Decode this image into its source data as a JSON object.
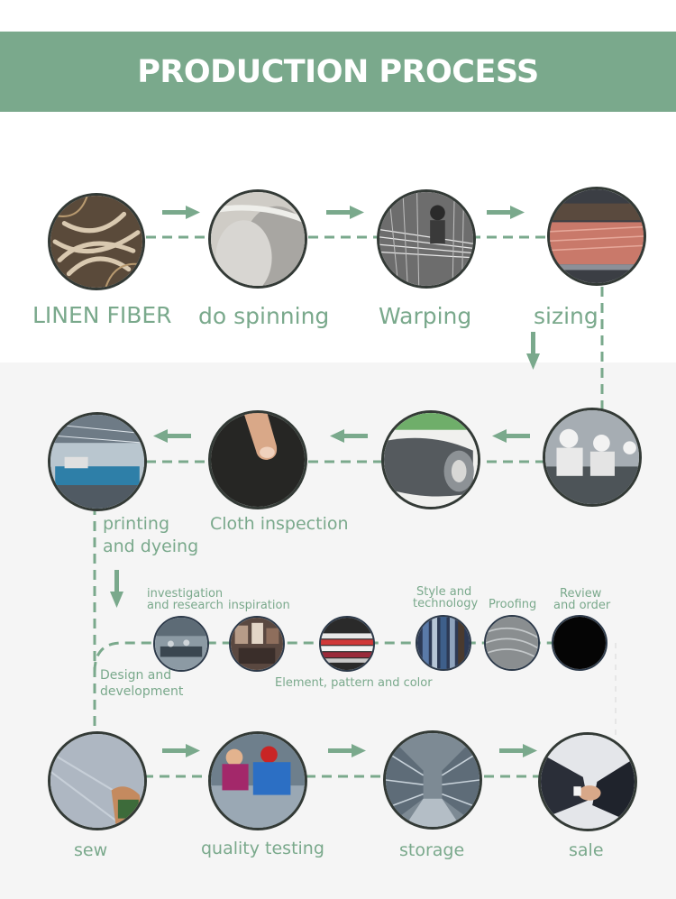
{
  "banner": {
    "title": "PRODUCTION PROCESS"
  },
  "colors": {
    "accent": "#7aa98c",
    "line": "#7aa98c",
    "grey_bg": "#f5f5f5"
  },
  "steps": {
    "linen_fiber": "LINEN FIBER",
    "do_spinning": "do spinning",
    "warping": "Warping",
    "sizing": "sizing",
    "weaving_label": "",
    "cloth_inspection": "Cloth inspection",
    "printing_line1": "printing",
    "printing_line2": "and dyeing",
    "sew": "sew",
    "quality_testing": "quality testing",
    "storage": "storage",
    "sale": "sale"
  },
  "design": {
    "investigation_line1": "investigation",
    "investigation_line2": "and research",
    "inspiration": "inspiration",
    "element_pattern_color": "Element, pattern and color",
    "style_line1": "Style and",
    "style_line2": "technology",
    "proofing": "Proofing",
    "review_line1": "Review",
    "review_line2": "and order",
    "design_line1": "Design and",
    "design_line2": "development"
  }
}
